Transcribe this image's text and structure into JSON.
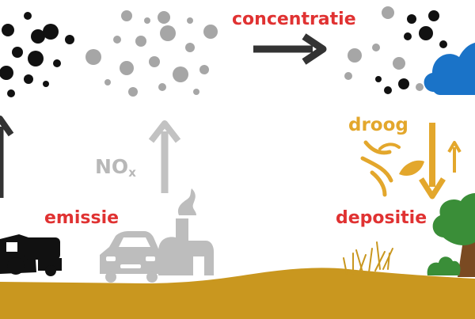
{
  "labels": {
    "concentratie": "concentratie",
    "emissie": "emissie",
    "depositie": "depositie",
    "droog": "droog",
    "nox_main": "NO",
    "nox_sub": "x"
  },
  "colors": {
    "red_label": "#e03232",
    "dry": "#e3a72c",
    "ground": "#c9971f",
    "grey_particle": "#a6a6a6",
    "black_particle": "#111111",
    "grey_arrow": "#c2c2c2",
    "dark_arrow": "#333333",
    "cloud": "#1a73c8",
    "tree_leaves": "#3a8e38",
    "tree_trunk": "#7a4a22",
    "vehicle_grey": "#bdbdbd",
    "tractor": "#111111"
  },
  "icons": [
    "cloud-icon",
    "tractor-icon",
    "car-icon",
    "factory-icon",
    "tree-icon",
    "grass-icon",
    "wind-leaves-icon"
  ]
}
